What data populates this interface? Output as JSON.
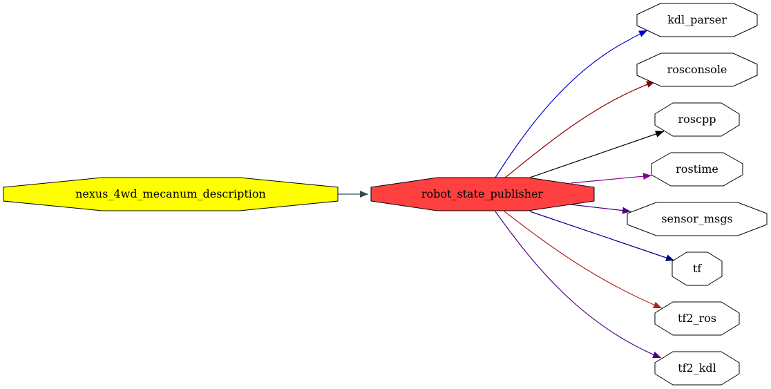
{
  "graph": {
    "nodes": {
      "root": {
        "label": "nexus_4wd_mecanum_description",
        "fill": "#ffff00"
      },
      "publisher": {
        "label": "robot_state_publisher",
        "fill": "#ff4040"
      },
      "kdl_parser": {
        "label": "kdl_parser",
        "fill": "#ffffff"
      },
      "rosconsole": {
        "label": "rosconsole",
        "fill": "#ffffff"
      },
      "roscpp": {
        "label": "roscpp",
        "fill": "#ffffff"
      },
      "rostime": {
        "label": "rostime",
        "fill": "#ffffff"
      },
      "sensor_msgs": {
        "label": "sensor_msgs",
        "fill": "#ffffff"
      },
      "tf": {
        "label": "tf",
        "fill": "#ffffff"
      },
      "tf2_ros": {
        "label": "tf2_ros",
        "fill": "#ffffff"
      },
      "tf2_kdl": {
        "label": "tf2_kdl",
        "fill": "#ffffff"
      }
    },
    "edges": [
      {
        "from": "root",
        "to": "publisher",
        "color": "#2f4f4f"
      },
      {
        "from": "publisher",
        "to": "kdl_parser",
        "color": "#0000cd"
      },
      {
        "from": "publisher",
        "to": "rosconsole",
        "color": "#8b0000"
      },
      {
        "from": "publisher",
        "to": "roscpp",
        "color": "#000000"
      },
      {
        "from": "publisher",
        "to": "rostime",
        "color": "#8b008b"
      },
      {
        "from": "publisher",
        "to": "sensor_msgs",
        "color": "#4b0082"
      },
      {
        "from": "publisher",
        "to": "tf",
        "color": "#00008b"
      },
      {
        "from": "publisher",
        "to": "tf2_ros",
        "color": "#b22222"
      },
      {
        "from": "publisher",
        "to": "tf2_kdl",
        "color": "#4b0082"
      }
    ]
  }
}
